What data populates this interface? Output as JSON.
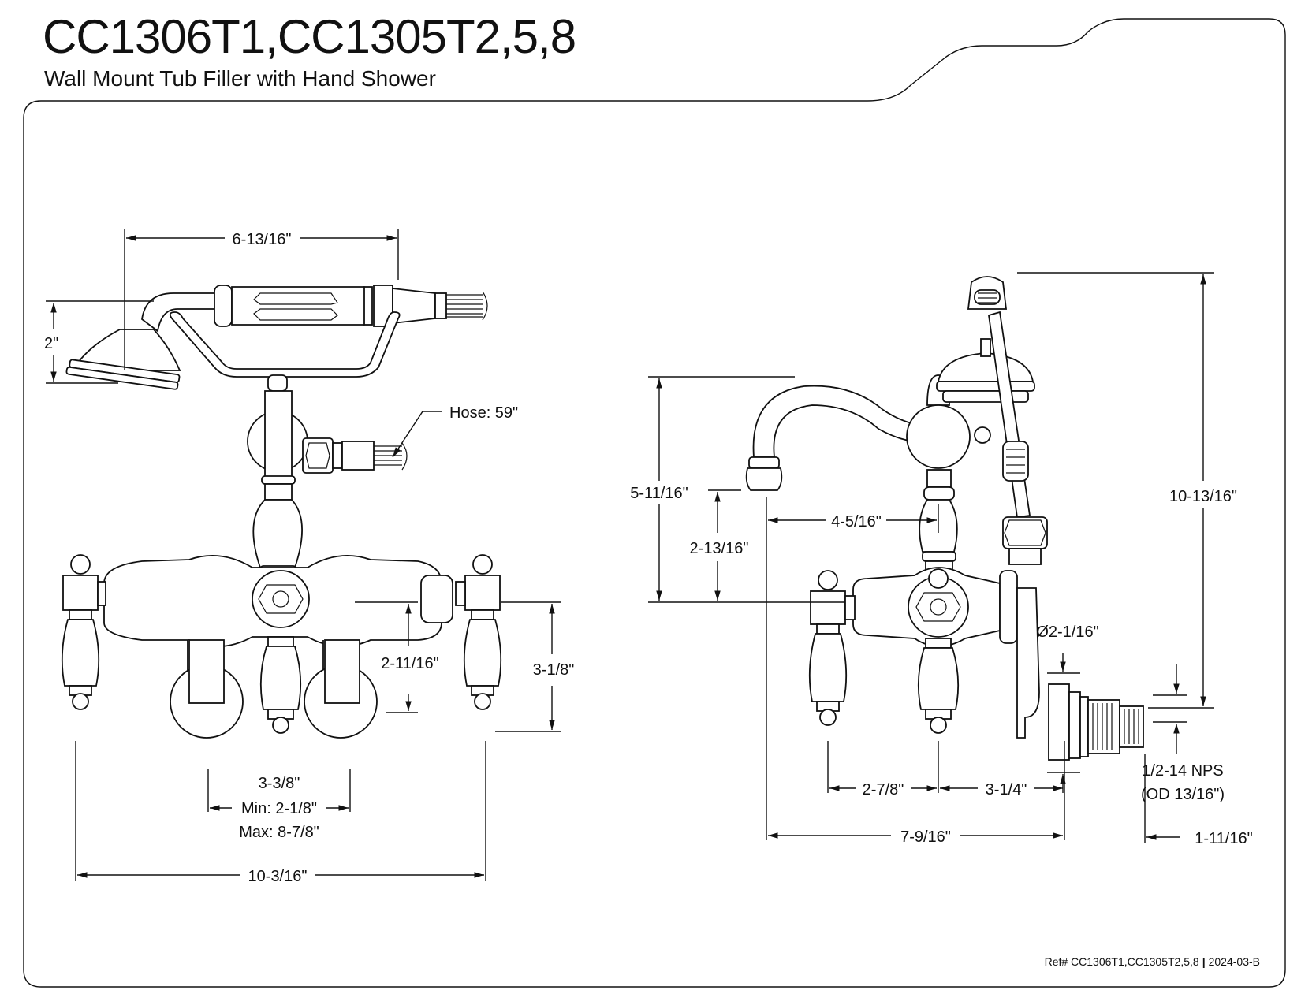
{
  "header": {
    "title": "CC1306T1,CC1305T2,5,8",
    "subtitle": "Wall Mount Tub Filler with Hand Shower"
  },
  "footer": {
    "ref": "Ref# CC1306T1,CC1305T2,5,8",
    "separator": "|",
    "revision": "2024-03-B"
  },
  "front_view": {
    "hand_shower_length": "6-13/16\"",
    "hand_shower_height": "2\"",
    "hose": "Hose: 59\"",
    "outlet_height": "2-11/16\"",
    "handle_height": "3-1/8\"",
    "centers": "3-3/8\"",
    "centers_min": "Min: 2-1/8\"",
    "centers_max": "Max: 8-7/8\"",
    "overall_width": "10-3/16\""
  },
  "side_view": {
    "spout_height": "5-11/16\"",
    "spout_outlet_height": "2-13/16\"",
    "spout_reach": "4-5/16\"",
    "overall_height": "10-13/16\"",
    "flange_diameter": "Ø2-1/16\"",
    "thread_spec": "1/2-14 NPS",
    "thread_od": "(OD 13/16\")",
    "handle_offset": "2-7/8\"",
    "body_to_wall": "3-1/4\"",
    "overall_depth": "7-9/16\"",
    "thread_length": "1-11/16\""
  }
}
